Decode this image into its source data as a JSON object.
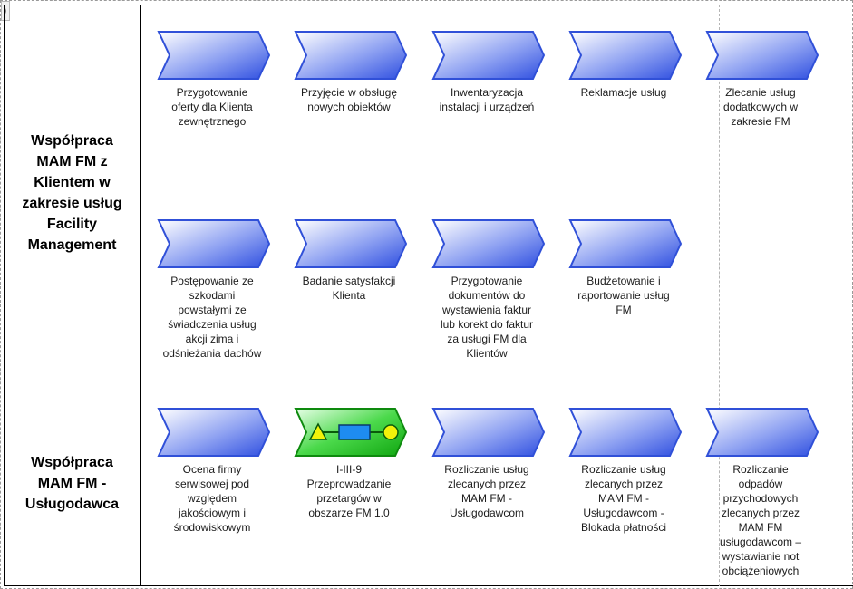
{
  "lanes": [
    {
      "label": "Współpraca\nMAM FM z\nKlientem w\nzakresie usług\nFacility\nManagement"
    },
    {
      "label": "Współpraca\nMAM FM -\nUsługodawca"
    }
  ],
  "functions": [
    {
      "label": "Przygotowanie\noferty dla Klienta\nzewnętrznego",
      "type": "function"
    },
    {
      "label": "Przyjęcie w obsługę\nnowych obiektów",
      "type": "function"
    },
    {
      "label": "Inwentaryzacja\ninstalacji i urządzeń",
      "type": "function"
    },
    {
      "label": "Reklamacje usług",
      "type": "function"
    },
    {
      "label": "Zlecanie usług\ndodatkowych w\nzakresie FM",
      "type": "function"
    },
    {
      "label": "Postępowanie ze\nszkodami\npowstałymi  ze\nświadczenia usług\nakcji zima  i\nodśnieżania dachów",
      "type": "function"
    },
    {
      "label": "Badanie satysfakcji\nKlienta",
      "type": "function"
    },
    {
      "label": "Przygotowanie\ndokumentów do\nwystawienia faktur\nlub korekt do faktur\nza usługi FM dla\nKlientów",
      "type": "function"
    },
    {
      "label": "Budżetowanie i\nraportowanie usług\nFM",
      "type": "function"
    },
    {
      "label": "Ocena firmy\nserwisowej pod\nwzględem\njakościowym i\nśrodowiskowym",
      "type": "function"
    },
    {
      "label": "I-III-9\nPrzeprowadzanie\nprzetargów w\nobszarze FM 1.0",
      "type": "process-interface"
    },
    {
      "label": "Rozliczanie usług\nzlecanych przez\nMAM FM -\nUsługodawcom",
      "type": "function"
    },
    {
      "label": "Rozliczanie usług\nzlecanych przez\nMAM FM -\nUsługodawcom -\nBlokada płatności",
      "type": "function"
    },
    {
      "label": "Rozliczanie\nodpadów\nprzychodowych\nzlecanych przez\nMAM FM\nusługodawcom –\nwystawianie not\nobciążeniowych",
      "type": "function"
    }
  ],
  "colors": {
    "function_fill_light": "#ffffff",
    "function_fill_dark": "#2f4fe0",
    "function_stroke": "#3050d8",
    "interface_fill": "#1ec31e",
    "interface_stroke": "#0e8a0e"
  }
}
